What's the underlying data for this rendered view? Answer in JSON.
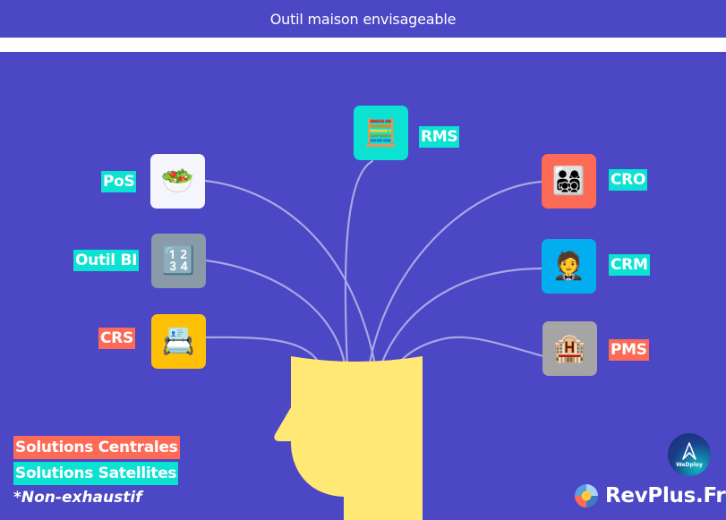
{
  "header": {
    "title": "Outil maison envisageable"
  },
  "colors": {
    "background": "#4b47c5",
    "central": "#fd6a55",
    "satellite": "#0ce2d2",
    "head": "#ffe873",
    "connector": "#a9a6e6"
  },
  "center": {
    "label": "head-silhouette"
  },
  "nodes": [
    {
      "id": "rms",
      "label": "RMS",
      "type": "satellite",
      "icon": "abacus-icon",
      "glyph": "🧮",
      "tile_color": "#0ce2d2"
    },
    {
      "id": "pos",
      "label": "PoS",
      "type": "satellite",
      "icon": "salad-bowl-icon",
      "glyph": "🥗",
      "tile_color": "#f4f6fb"
    },
    {
      "id": "outil-bi",
      "label": "Outil BI",
      "type": "satellite",
      "icon": "numbers-1234-icon",
      "glyph": "🔢",
      "tile_color": "#8a9aa8"
    },
    {
      "id": "crs",
      "label": "CRS",
      "type": "central",
      "icon": "calendar-card-icon",
      "glyph": "📇",
      "tile_color": "#ffc107"
    },
    {
      "id": "cro",
      "label": "CRO",
      "type": "satellite",
      "icon": "people-group-icon",
      "glyph": "👨‍👩‍👧‍👦",
      "tile_color": "#fd6a55"
    },
    {
      "id": "crm",
      "label": "CRM",
      "type": "satellite",
      "icon": "butler-person-icon",
      "glyph": "🤵",
      "tile_color": "#03aef0"
    },
    {
      "id": "pms",
      "label": "PMS",
      "type": "central",
      "icon": "hotel-icon",
      "glyph": "🏨",
      "tile_color": "#a5a5a5"
    }
  ],
  "legend": {
    "central": "Solutions Centrales",
    "satellite": "Solutions Satellites",
    "note": "*Non-exhaustif"
  },
  "branding": {
    "partner": "WeDploy",
    "site": "RevPlus.Fr"
  }
}
